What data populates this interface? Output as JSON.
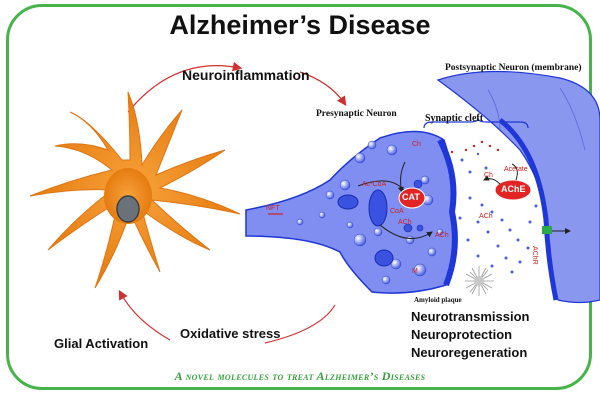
{
  "title": "Alzheimer’s Disease",
  "cycle": {
    "top_label": "Neuroinflammation",
    "left_label": "Glial Activation",
    "bottom_label": "Oxidative stress"
  },
  "synapse": {
    "presynaptic_label": "Presynaptic Neuron",
    "postsynaptic_label": "Postsynaptic Neuron (membrane)",
    "cleft_label": "Synaptic cleft",
    "enzyme_cat": "CAT",
    "enzyme_ache": "AChE",
    "molecule_labels": {
      "nft": "NFT",
      "ac_coa": "Ac-CoA",
      "coa": "CoA",
      "ach_inner": "ACh",
      "ch_left": "Ch",
      "ch_right": "Ch",
      "acetate": "Acetate",
      "ach_cleft": "ACh",
      "ach_left": "ACh",
      "ach_receptor": "AChR",
      "small_m": "M"
    },
    "amyloid_label": "Amyloid plaque"
  },
  "benefits": [
    "Neurotransmission",
    "Neuroprotection",
    "Neuroregeneration"
  ],
  "footer": "A novel molecules to treat Alzheimer’s Diseases",
  "colors": {
    "frame": "#46b44a",
    "glia": "#f28a1a",
    "neuron_fill": "#7f8ef0",
    "neuron_dark": "#1f36d8",
    "arrow": "#d23030",
    "footer_text": "#3aa13d"
  }
}
